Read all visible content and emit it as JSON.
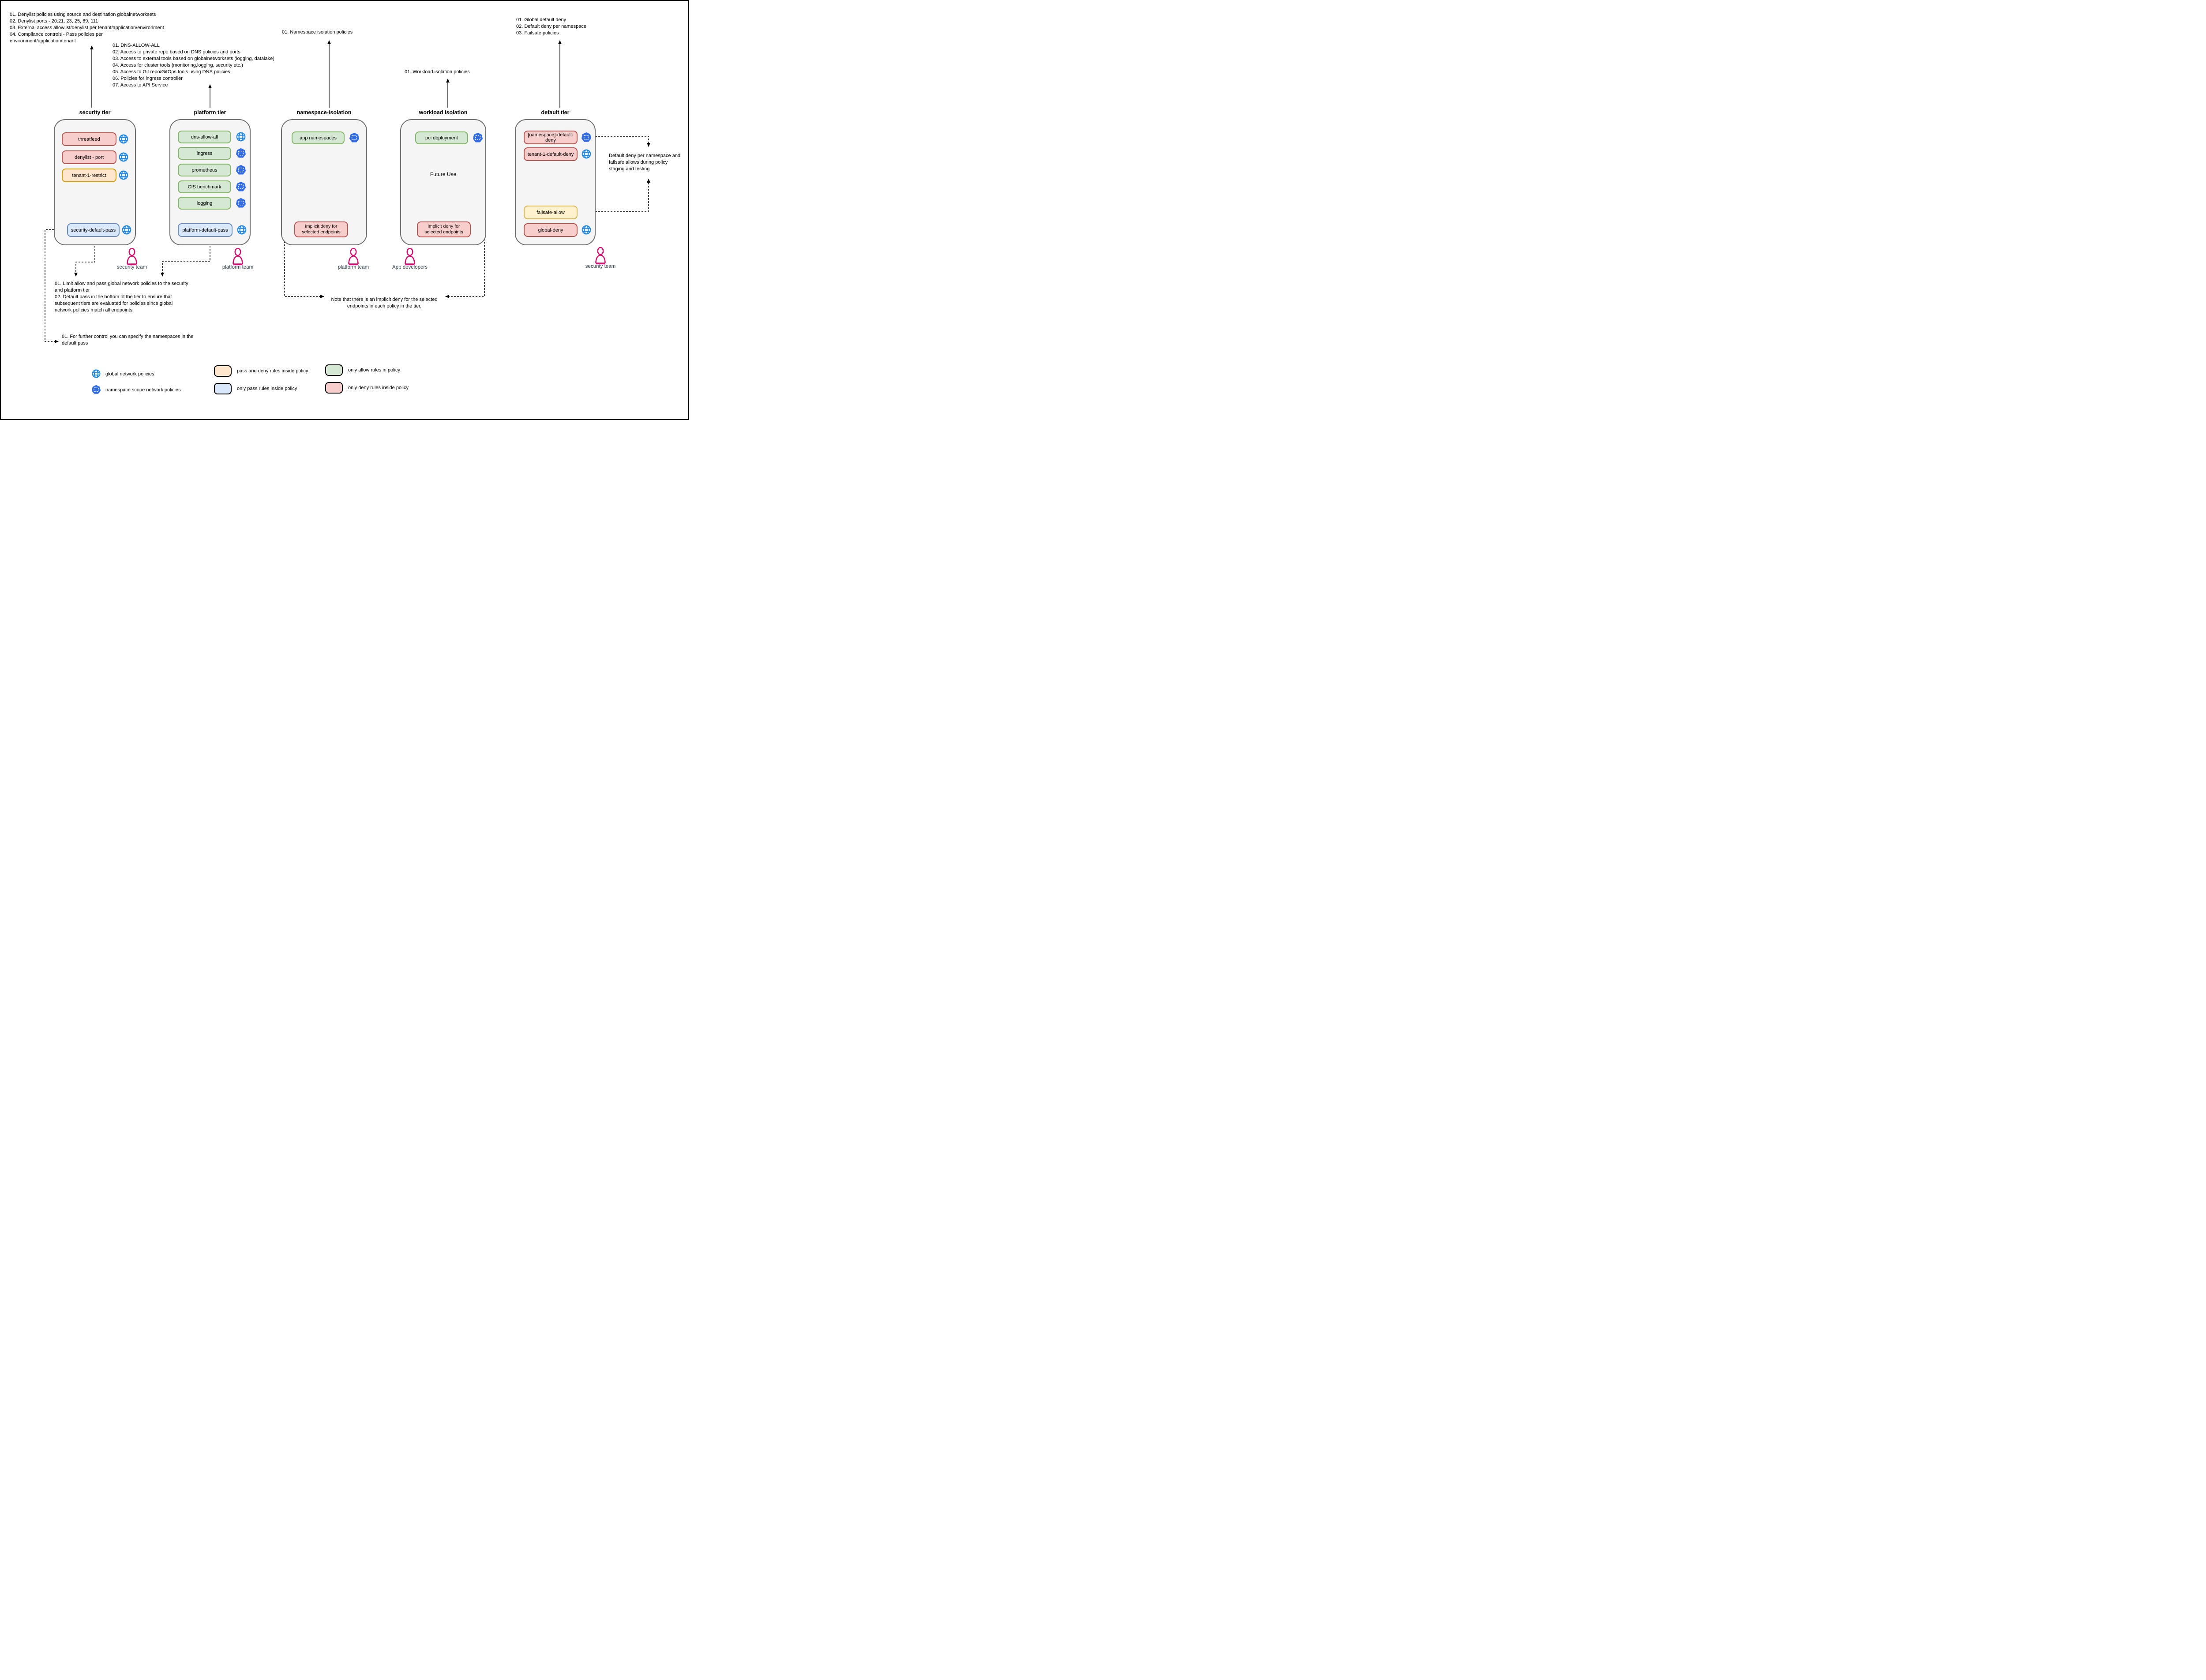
{
  "colors": {
    "tier_fill": "#f5f5f5",
    "tier_stroke": "#6e6e6e",
    "deny_fill": "#f8cecc",
    "deny_stroke": "#b85450",
    "pass_deny_fill": "#ffe6cc",
    "pass_deny_stroke": "#d79b00",
    "failsafe_fill": "#fff2cc",
    "failsafe_stroke": "#d6b656",
    "pass_fill": "#dae8fc",
    "pass_stroke": "#6c8ebf",
    "allow_fill": "#d5e8d4",
    "allow_stroke": "#82b366",
    "globe_icon": "#1d87e4",
    "namespace_icon": "#326ce5",
    "person": "#d40f6f",
    "team_label": "#2f4050"
  },
  "annotations": {
    "security_list": "01. Denylist policies using source and destination globalnetworksets\n02. Denylist ports - 20:21, 23, 25, 69, 111\n03. External access allowlist/denylist per tenant/application/environment\n04. Compliance controls - Pass policies per\nenvironment/application/tenant",
    "platform_list": "01. DNS-ALLOW-ALL\n02. Access to private repo based on DNS policies and ports\n03. Access to external tools based on globalnetworksets (logging, datalake)\n04. Access for cluster tools (monitoring,logging, security etc.)\n05. Access to Git repo/GitOps tools using DNS policies\n06. Policies for ingress controller\n07. Access to API Service",
    "namespace_note": "01. Namespace isolation policies",
    "workload_note": "01. Workload isolation policies",
    "default_list": "01. Global default deny\n02. Default deny per namespace\n03. Failsafe policies",
    "right_note": "Default deny per namespace and\nfailsafe allows during policy\nstaging and testing",
    "limit_note": "01. Limit allow and pass global network policies to the security\nand platform tier\n02. Default pass in the bottom of the tier to ensure that\nsubsequent tiers are evaluated for policies since global\nnetwork policies match all endpoints",
    "further_note": "01. For further control you can specify the namespaces in the\ndefault pass",
    "implicit_note": "Note that there is an implicit deny for the selected\nendpoints in each policy in the tier."
  },
  "tiers": [
    {
      "title": "security tier",
      "policies": [
        {
          "label": "threatfeed"
        },
        {
          "label": "denylist - port"
        },
        {
          "label": "tenant-1-restrict"
        },
        {
          "label": "security-default-pass"
        }
      ]
    },
    {
      "title": "platform tier",
      "policies": [
        {
          "label": "dns-allow-all"
        },
        {
          "label": "ingress"
        },
        {
          "label": "prometheus"
        },
        {
          "label": "CIS benchmark"
        },
        {
          "label": "logging"
        },
        {
          "label": "platform-default-pass"
        }
      ]
    },
    {
      "title": "namespace-isolation",
      "policies": [
        {
          "label": "app namespaces"
        },
        {
          "label": "implicit deny for selected endpoints"
        }
      ]
    },
    {
      "title": "workload isolation",
      "center_label": "Future Use",
      "policies": [
        {
          "label": "pci deployment"
        },
        {
          "label": "implicit deny for selected endpoints"
        }
      ]
    },
    {
      "title": "default tier",
      "policies": [
        {
          "label": "[namespace]-default-deny"
        },
        {
          "label": "tenant-1-default-deny"
        },
        {
          "label": "failsafe-allow"
        },
        {
          "label": "global-deny"
        }
      ]
    }
  ],
  "teams": [
    {
      "label": "security team"
    },
    {
      "label": "platform team"
    },
    {
      "label": "platform team"
    },
    {
      "label": "App developers"
    },
    {
      "label": "security team"
    }
  ],
  "legend": {
    "icons": [
      {
        "icon": "globe-icon",
        "label": "global network policies"
      },
      {
        "icon": "namespace-icon",
        "label": "namespace scope network policies"
      }
    ],
    "swatches": [
      {
        "style": "orange",
        "label": "pass and deny rules inside policy"
      },
      {
        "style": "blue",
        "label": "only pass rules inside policy"
      },
      {
        "style": "green",
        "label": "only allow rules in policy"
      },
      {
        "style": "red",
        "label": "only deny rules inside policy"
      }
    ]
  }
}
